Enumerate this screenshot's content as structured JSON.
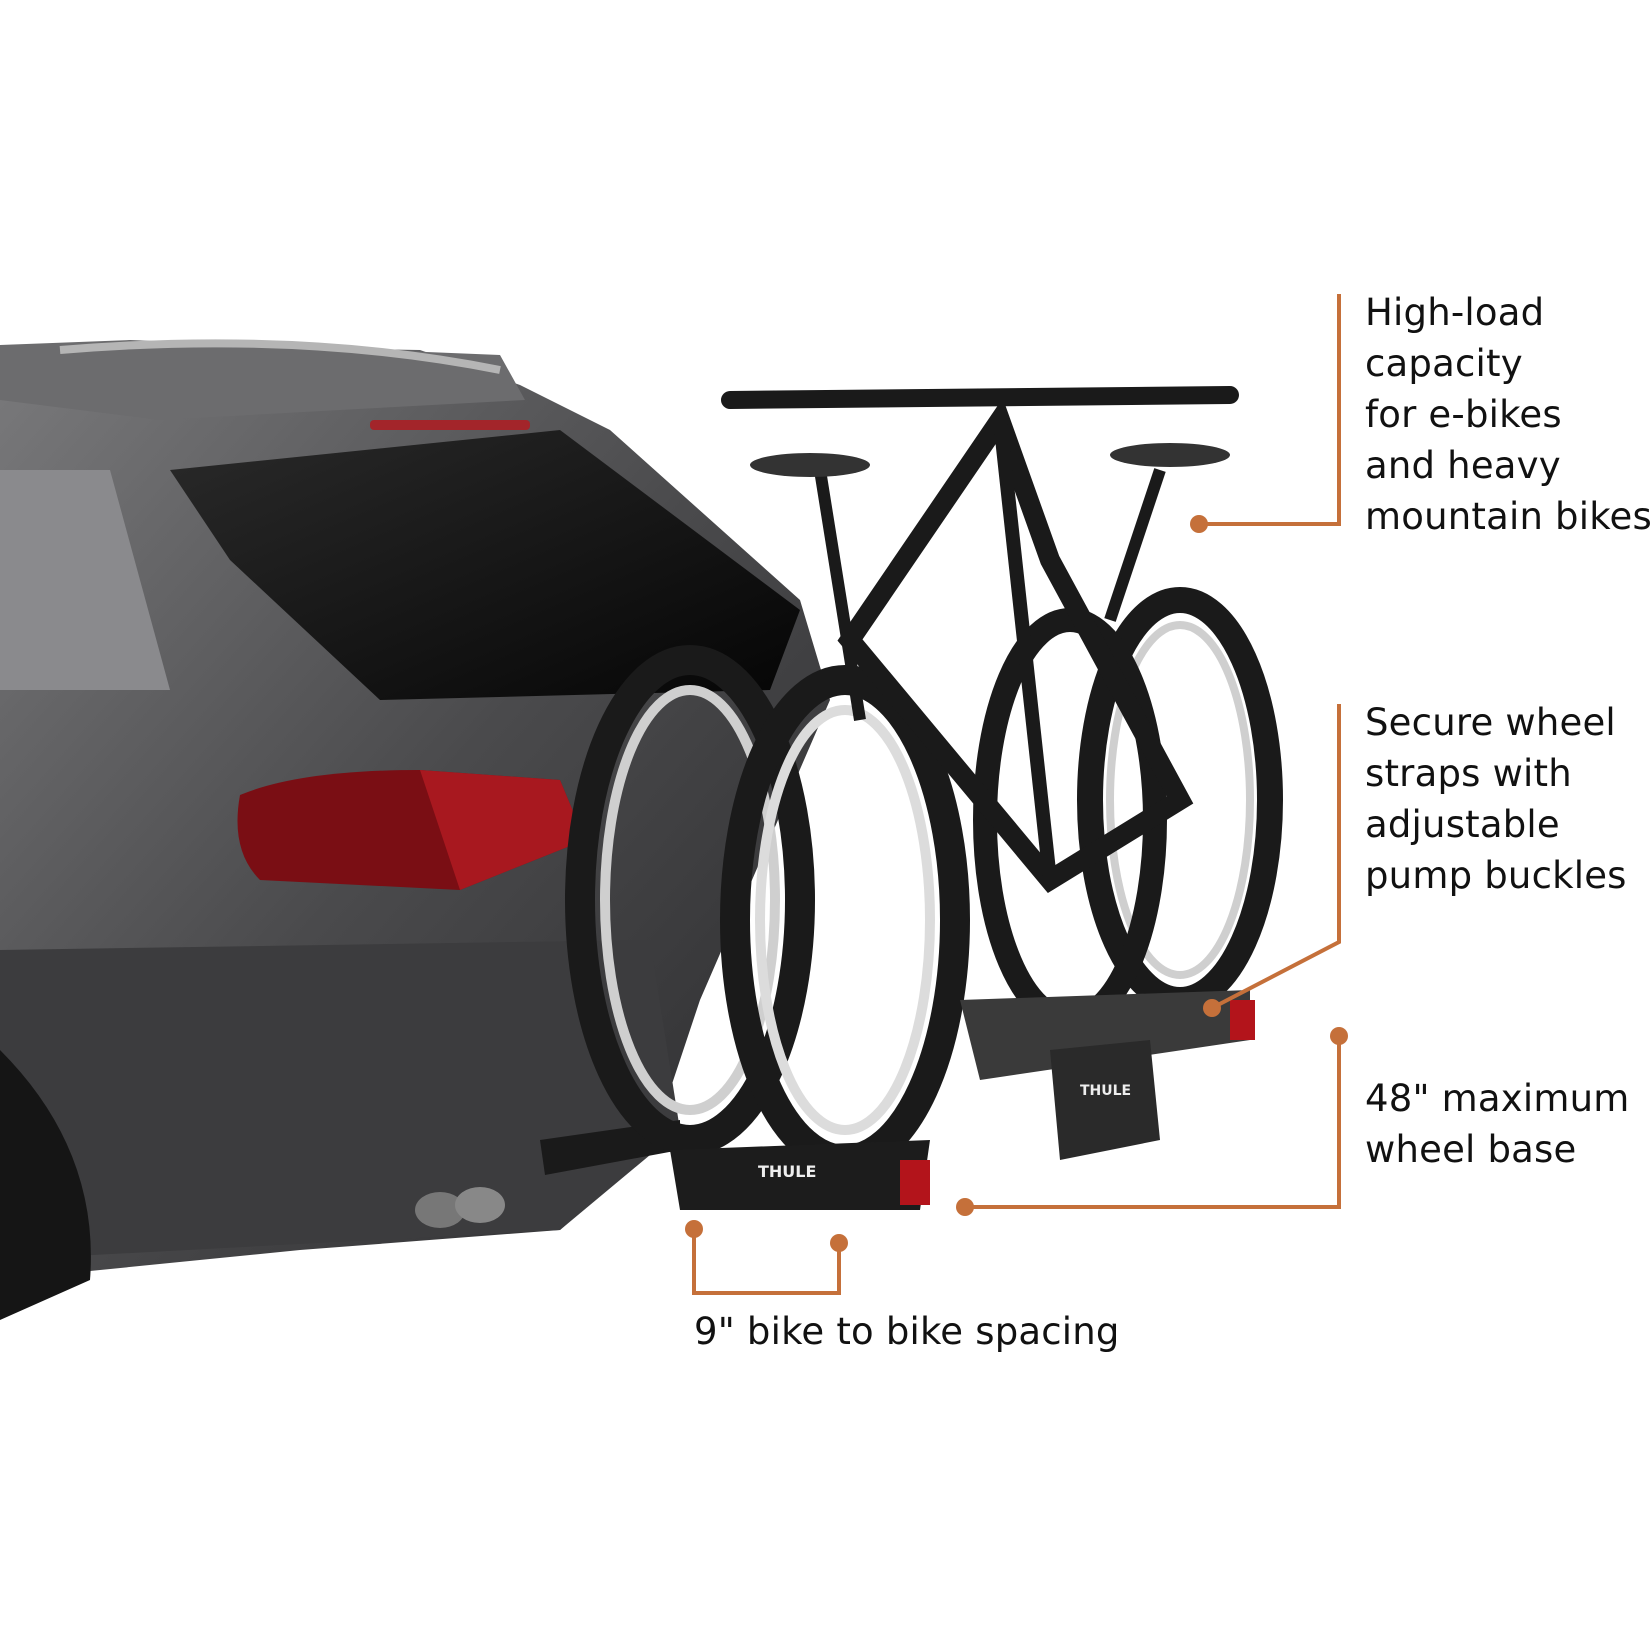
{
  "accent_color": "#c5703a",
  "product_logo": "THULE",
  "callouts": {
    "capacity": {
      "lines": [
        "High-load",
        "capacity",
        "for e-bikes",
        "and heavy",
        "mountain bikes"
      ]
    },
    "straps": {
      "lines": [
        "Secure wheel",
        "straps with",
        "adjustable",
        "pump buckles"
      ]
    },
    "wheelbase": {
      "lines": [
        "48\" maximum",
        "wheel base"
      ]
    },
    "spacing": {
      "text": "9\" bike to bike spacing"
    }
  }
}
